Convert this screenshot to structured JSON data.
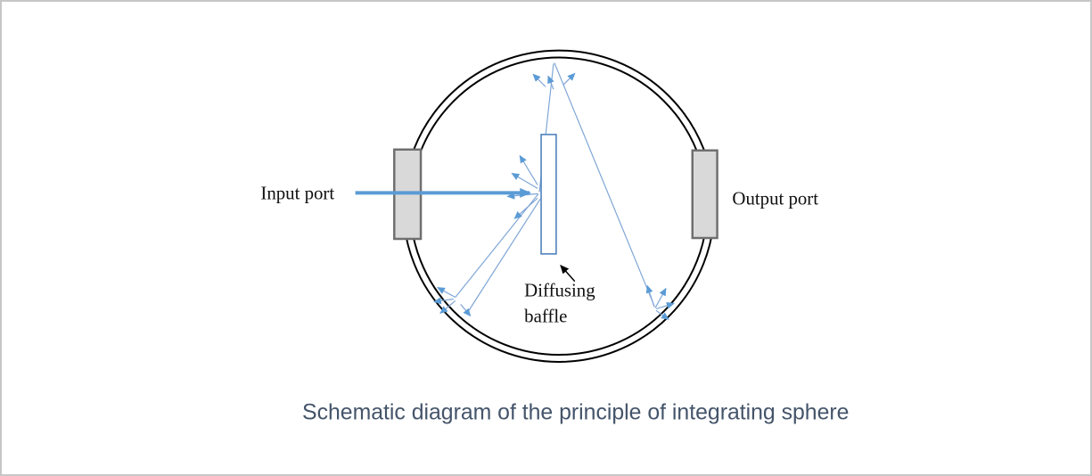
{
  "diagram": {
    "caption": "Schematic diagram of the principle of integrating sphere",
    "labels": {
      "input_port": "Input port",
      "output_port": "Output port",
      "baffle_line1": "Diffusing",
      "baffle_line2": "baffle"
    },
    "colors": {
      "beam_blue": "#5b9bd5",
      "ray_blue": "#7fa6d6",
      "arrow_blue": "#5b9bd5",
      "port_fill": "#d9d9d9",
      "port_stroke": "#6f6f6f",
      "baffle_stroke": "#4f81bd",
      "sphere_stroke": "#000000",
      "caption_color": "#44546a"
    }
  }
}
